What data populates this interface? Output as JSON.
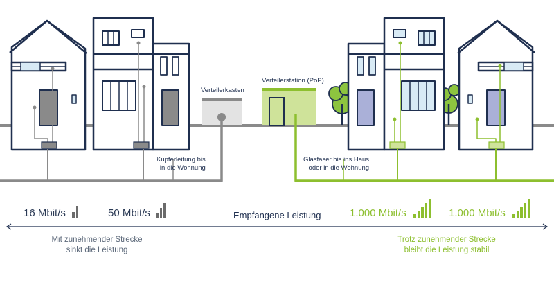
{
  "labels": {
    "verteilerkasten": "Verteilerkasten",
    "verteilerstation": "Verteilerstation (PoP)",
    "kupfer": "Kupferleitung bis\nin die Wohnung",
    "glasfaser": "Glasfaser bis ins Haus\noder in die Wohnung"
  },
  "speeds": [
    {
      "text": "16 Mbit/s",
      "bars": 2,
      "group": "copper"
    },
    {
      "text": "50 Mbit/s",
      "bars": 3,
      "group": "copper"
    },
    {
      "text": "1.000 Mbit/s",
      "bars": 5,
      "group": "fiber"
    },
    {
      "text": "1.000 Mbit/s",
      "bars": 5,
      "group": "fiber"
    }
  ],
  "center_label": "Empfangene Leistung",
  "captions": {
    "left": "Mit zunehmender Strecke\nsinkt die Leistung",
    "right": "Trotz zunehmender Strecke\nbleibt die Leistung stabil"
  },
  "colors": {
    "navy": "#1f2f4f",
    "copper_grey": "#8a8a8a",
    "fiber_green": "#8dbf2f",
    "tree_green": "#8dc43f",
    "window_blue": "#d8eaf5",
    "door_grey": "#8a8a8a",
    "door_purple": "#aab0d8"
  },
  "icons": [
    "signal-bars-icon",
    "double-arrow-icon",
    "tree-icon"
  ]
}
